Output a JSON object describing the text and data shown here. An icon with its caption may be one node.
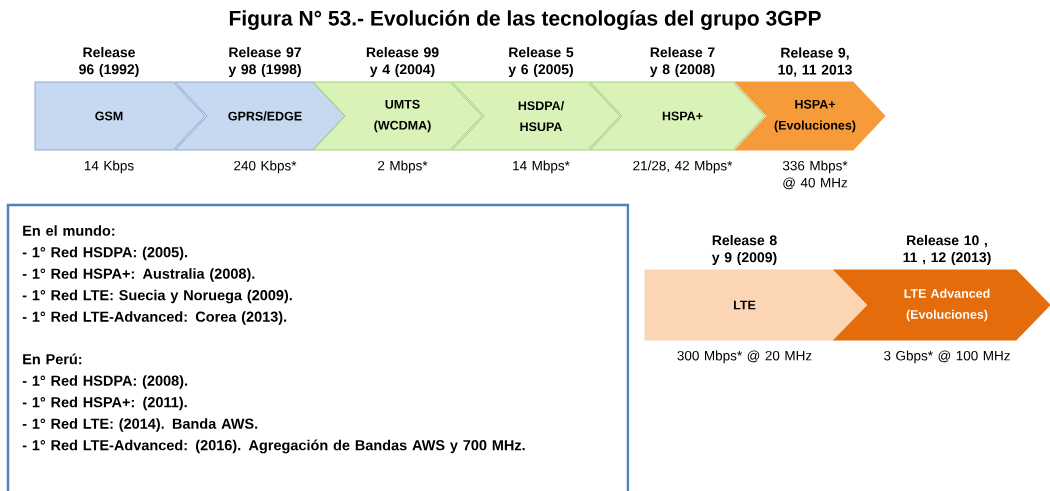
{
  "diagram": {
    "title": "Figura N° 53.- Evolución de las tecnologías del grupo 3GPP",
    "nodes": [
      {
        "text": [
          "Release 96 (1992)",
          "GSM"
        ],
        "beside": [
          "14 Kbps"
        ]
      },
      {
        "text": [
          "Release 97 y 98 (1998)",
          "GPRS/EDGE"
        ],
        "beside": [
          "240 Kbps*"
        ]
      },
      {
        "text": [
          "Release 99 y 4 (2004)",
          "UMTS (WCDMA)"
        ],
        "beside": [
          "2 Mbps*"
        ]
      },
      {
        "text": [
          "Release 5 y 6 (2005)",
          "HSDPA/ HSUPA"
        ],
        "beside": [
          "14 Mbps*"
        ]
      },
      {
        "text": [
          "Release 7 y 8 (2008)",
          "HSPA+"
        ],
        "beside": [
          "21/28, 42 Mbps*"
        ]
      },
      {
        "text": [
          "Release 9, 10, 11 2013",
          "HSPA+ (Evoluciones)"
        ],
        "beside": [
          "336 Mbps* @ 40 MHz"
        ]
      },
      {
        "text": [
          "En el mundo:",
          "**- 1° Red HSDPA:** (2005).",
          "**- 1° Red HSPA+:** Australia (2008).",
          "**- 1° Red LTE:** Suecia y Noruega (2009).",
          "**- 1° Red LTE-Advanced**: Corea (2013).",
          "En Perú:",
          "**- 1° Red HSDPA:** (**2008**).",
          "**- 1° Red HSPA+:** (**2011**).",
          "**- 1° Red LTE**: (**2014**). Banda AWS.",
          "**- 1° Red LTE-Advanced**: (**2016**). Agregación de Bandas AWS y 700 MHz."
        ]
      },
      {
        "text": [
          "Release 8 y 9 (2009)",
          "LTE"
        ],
        "beside": [
          "300 Mbps* @ 20 MHz"
        ]
      },
      {
        "text": [
          "Release 10 , 11 , 12 (2013)",
          "LTE Advanced (Evoluciones)"
        ],
        "beside": [
          "3 Gbps* @ 100 MHz"
        ]
      }
    ]
  }
}
